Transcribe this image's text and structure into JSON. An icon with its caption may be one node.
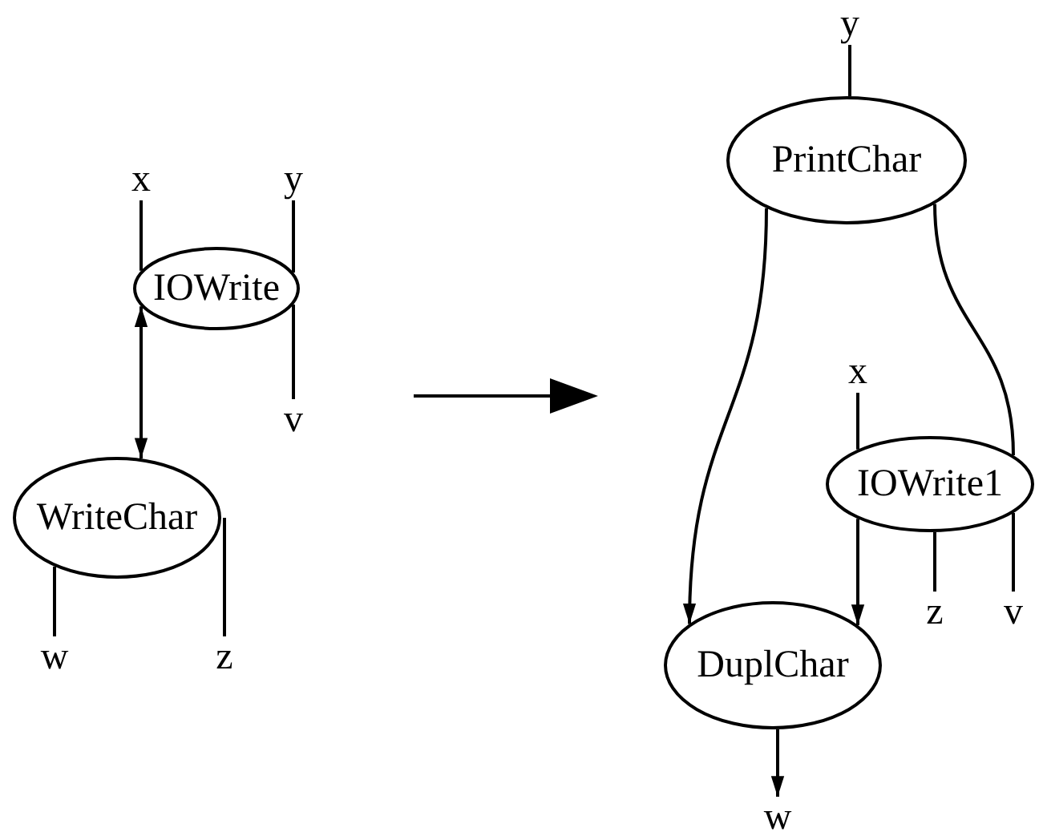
{
  "diagram": {
    "nodes": [
      {
        "text": [
          "IOWrite"
        ]
      },
      {
        "text": [
          "WriteChar"
        ]
      },
      {
        "text": [
          "PrintChar"
        ]
      },
      {
        "text": [
          "IOWrite1"
        ]
      },
      {
        "text": [
          "DuplChar"
        ]
      },
      {
        "text": [
          "x"
        ]
      },
      {
        "text": [
          "y"
        ]
      },
      {
        "text": [
          "v"
        ]
      },
      {
        "text": [
          "w"
        ]
      },
      {
        "text": [
          "z"
        ]
      },
      {
        "text": [
          "y"
        ]
      },
      {
        "text": [
          "x"
        ]
      },
      {
        "text": [
          "z"
        ]
      },
      {
        "text": [
          "v"
        ]
      },
      {
        "text": [
          "w"
        ]
      }
    ],
    "edges": [
      {
        "from": 5,
        "to": 0,
        "arrow": "none"
      },
      {
        "from": 6,
        "to": 0,
        "arrow": "none"
      },
      {
        "from": 0,
        "to": 7,
        "arrow": "none"
      },
      {
        "from": 0,
        "to": 1,
        "arrow": "both"
      },
      {
        "from": 1,
        "to": 8,
        "arrow": "none"
      },
      {
        "from": 1,
        "to": 9,
        "arrow": "none"
      },
      {
        "from": 10,
        "to": 2,
        "arrow": "none"
      },
      {
        "from": 2,
        "to": 4,
        "arrow": "to"
      },
      {
        "from": 2,
        "to": 3,
        "arrow": "none"
      },
      {
        "from": 11,
        "to": 3,
        "arrow": "none"
      },
      {
        "from": 3,
        "to": 13,
        "arrow": "none"
      },
      {
        "from": 3,
        "to": 4,
        "arrow": "to"
      },
      {
        "from": 3,
        "to": 12,
        "arrow": "none"
      },
      {
        "from": 4,
        "to": 14,
        "arrow": "to"
      }
    ]
  }
}
